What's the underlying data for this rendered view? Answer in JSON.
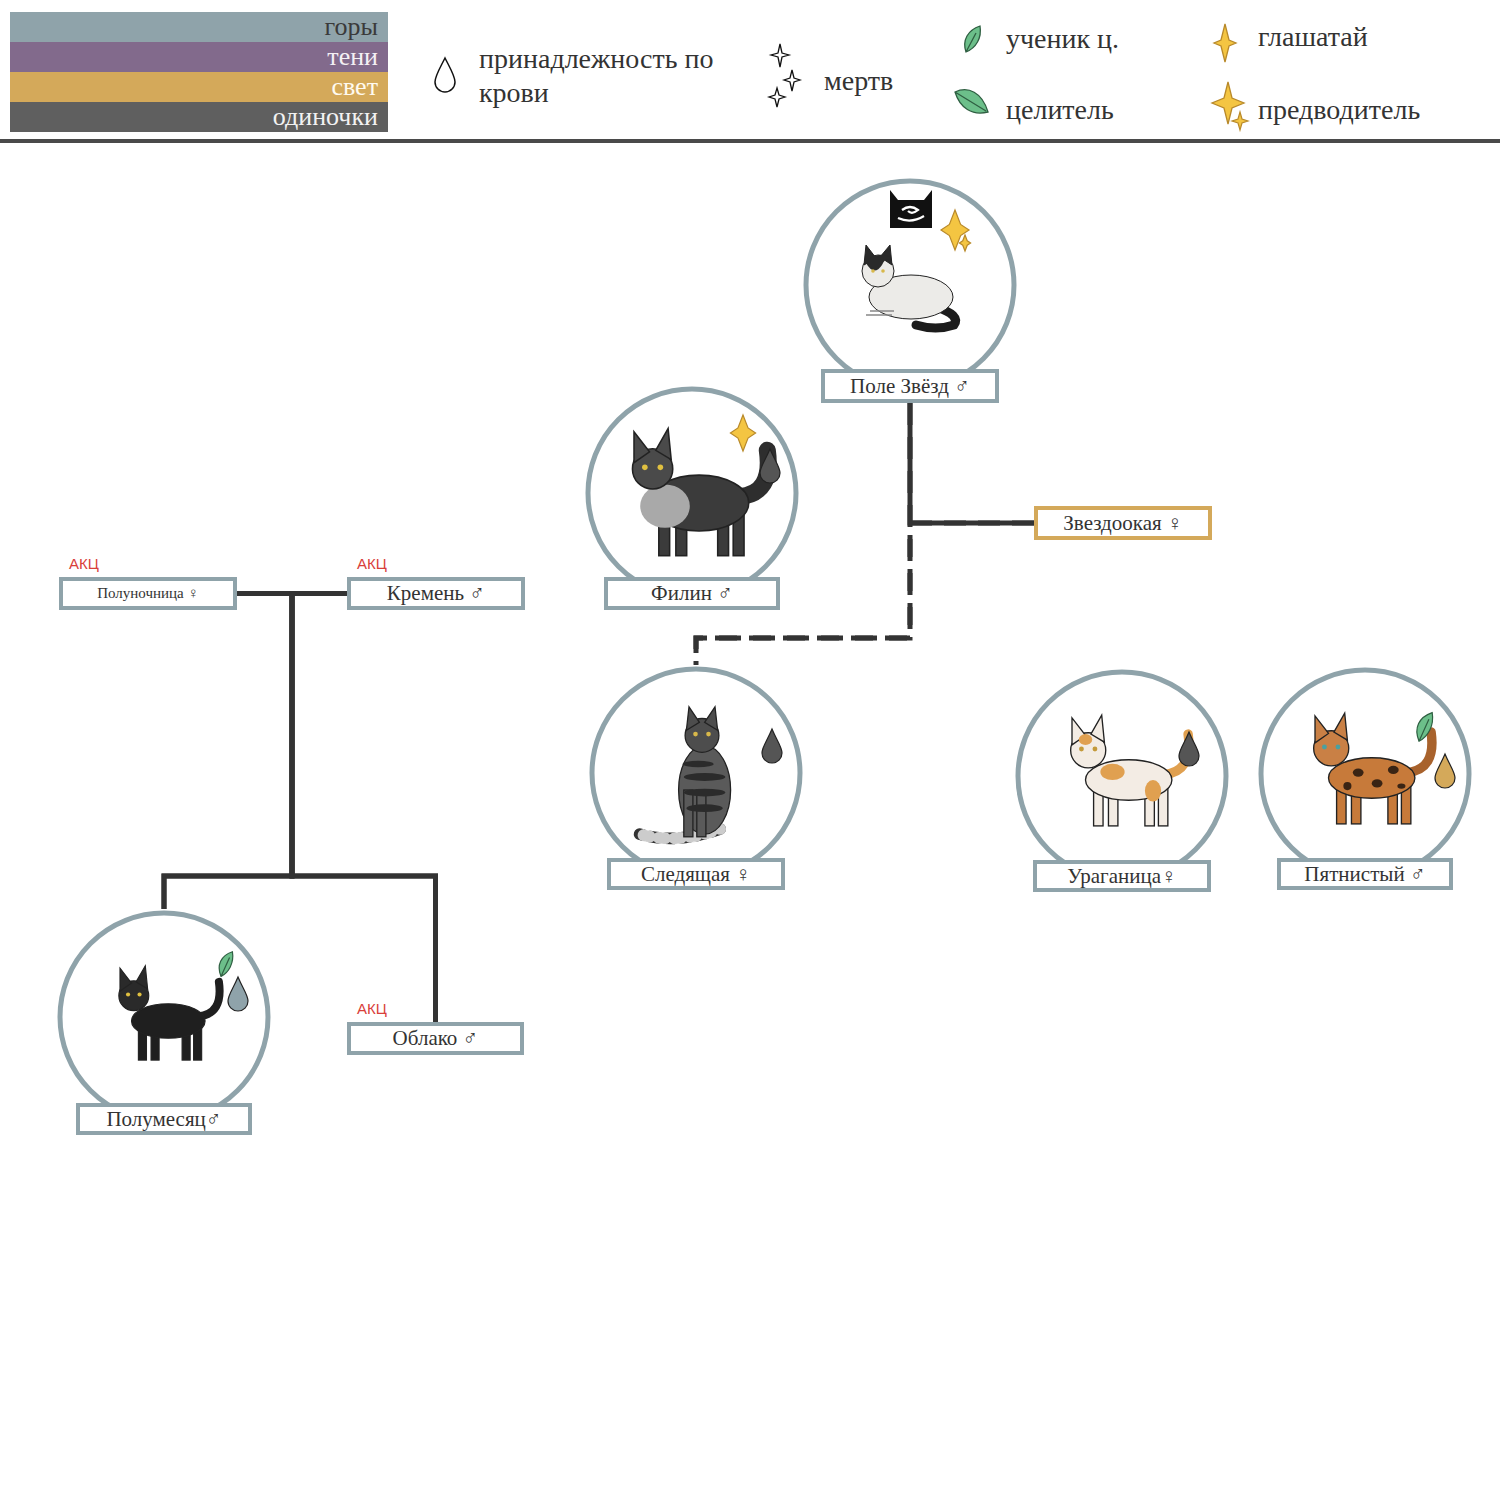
{
  "diagram": {
    "nodes": [
      {
        "text": [
          "Поле Звёзд ♂"
        ]
      },
      {
        "text": [
          "Филин ♂"
        ]
      },
      {
        "text": [
          "Звездоокая ♀"
        ]
      },
      {
        "text": [
          "АКЦ",
          "Полуночница ♀"
        ]
      },
      {
        "text": [
          "АКЦ",
          "Кремень ♂"
        ]
      },
      {
        "text": [
          "Следящая ♀"
        ]
      },
      {
        "text": [
          "Ураганица♀"
        ]
      },
      {
        "text": [
          "Пятнистый ♂"
        ]
      },
      {
        "text": [
          "Полумесяц♂"
        ]
      },
      {
        "text": [
          "АКЦ",
          "Облако ♂"
        ]
      }
    ],
    "edges": [
      {
        "from": 0,
        "to": 2,
        "arrow": "none"
      },
      {
        "from": 0,
        "to": 5,
        "arrow": "none"
      },
      {
        "from": 2,
        "to": 5,
        "arrow": "none"
      },
      {
        "from": 3,
        "to": 4,
        "arrow": "none"
      },
      {
        "from": 3,
        "to": 8,
        "arrow": "none"
      },
      {
        "from": 4,
        "to": 8,
        "arrow": "none"
      },
      {
        "from": 3,
        "to": 9,
        "arrow": "none"
      },
      {
        "from": 4,
        "to": 9,
        "arrow": "none"
      }
    ],
    "legend": [
      {
        "text": "горы",
        "color": "#8fa3aa"
      },
      {
        "text": "тени",
        "color": "#826a8c"
      },
      {
        "text": "свет",
        "color": "#d4a95a"
      },
      {
        "text": "одиночки",
        "color": "#5f5f5f"
      },
      {
        "text": "принадлежность по крови"
      },
      {
        "text": "мертв"
      },
      {
        "text": "ученик ц."
      },
      {
        "text": "целитель"
      },
      {
        "text": "глашатай"
      },
      {
        "text": "предводитель"
      }
    ]
  }
}
